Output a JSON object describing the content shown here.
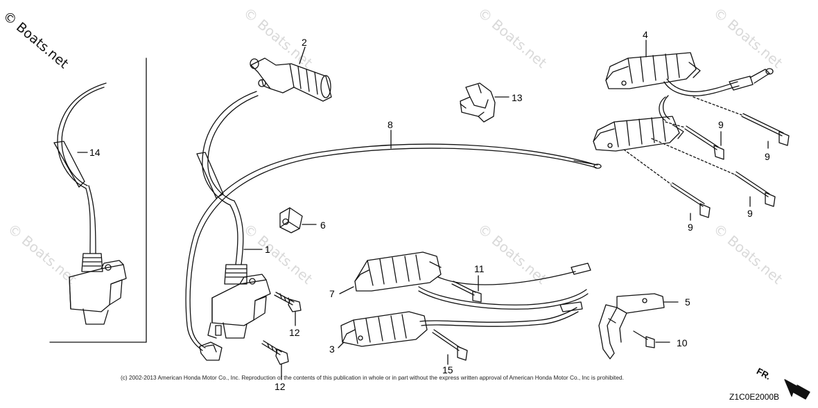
{
  "watermark": {
    "main": "© Boats.net",
    "repeat": "© Boats.net"
  },
  "callouts": {
    "c1": "1",
    "c2": "2",
    "c3": "3",
    "c4": "4",
    "c5": "5",
    "c6": "6",
    "c7": "7",
    "c8": "8",
    "c9a": "9",
    "c9b": "9",
    "c9c": "9",
    "c9d": "9",
    "c10": "10",
    "c11": "11",
    "c12a": "12",
    "c12b": "12",
    "c13": "13",
    "c14": "14",
    "c15": "15"
  },
  "footer": {
    "copyright": "(c) 2002-2013 American Honda Motor Co., Inc. Reproduction of the contents of this publication in whole or in part without the express written approval of American Honda Motor Co., Inc is prohibited.",
    "diagram_code": "Z1C0E2000B",
    "direction_marker": "FR."
  },
  "colors": {
    "line": "#111111",
    "watermark": "#d9d9d9",
    "background": "#ffffff"
  }
}
